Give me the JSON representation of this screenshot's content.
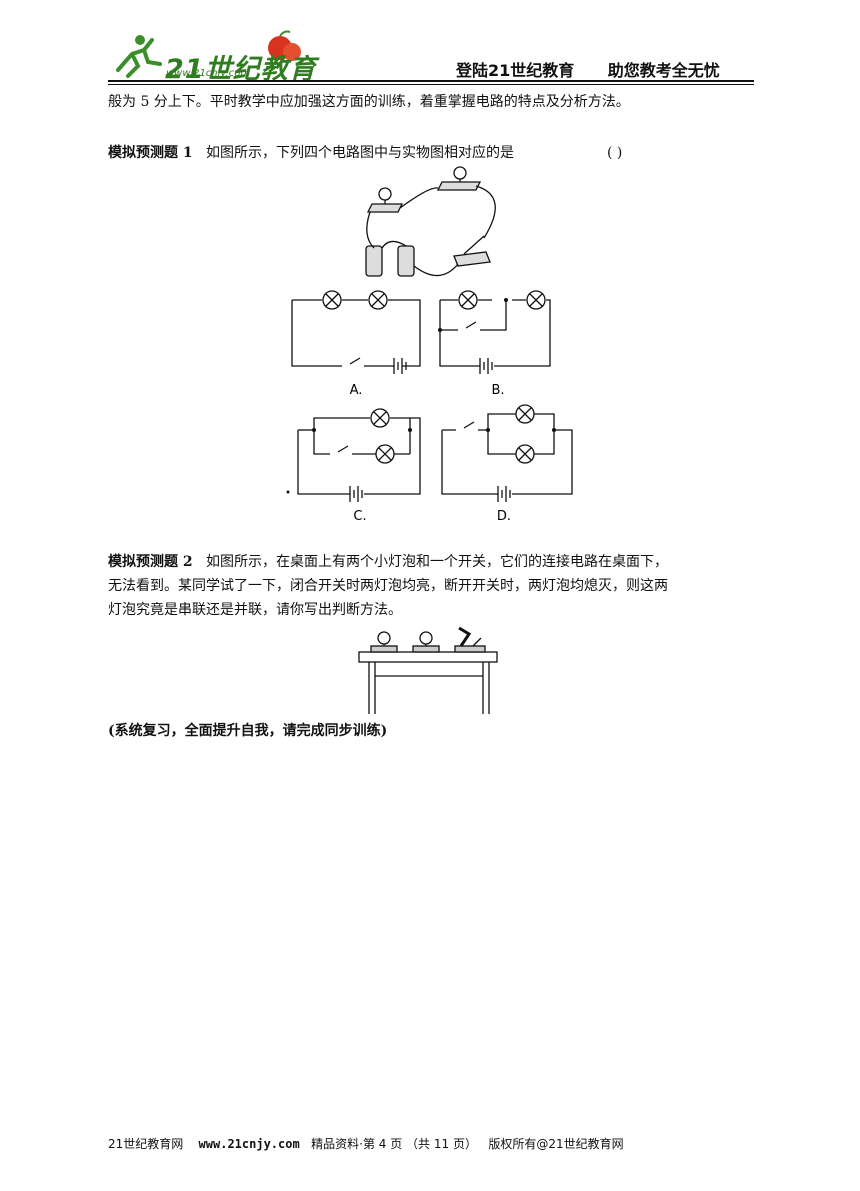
{
  "header": {
    "logo_text": "21世纪教育",
    "logo_url": "www.21cnjy.com",
    "slogan_left": "登陆21世纪教育",
    "slogan_right": "助您教考全无忧"
  },
  "body": {
    "intro": "般为 5 分上下。平时教学中应加强这方面的训练，着重掌握电路的特点及分析方法。",
    "q1_label": "模拟预测题 1",
    "q1_text": "如图所示，下列四个电路图中与实物图相对应的是",
    "q1_bracket": "(    )",
    "fig1_labels": [
      "A.",
      "B.",
      "C.",
      "D."
    ],
    "q2_label": "模拟预测题 2",
    "q2_line1": "如图所示，在桌面上有两个小灯泡和一个开关，它们的连接电路在桌面下，",
    "q2_line2": "无法看到。某同学试了一下，闭合开关时两灯泡均亮，断开开关时，两灯泡均熄灭，则这两",
    "q2_line3": "灯泡究竟是串联还是并联，请你写出判断方法。",
    "summary": "(系统复习，全面提升自我，请完成同步训练)"
  },
  "footer": {
    "site": "21世纪教育网",
    "url": "www.21cnjy.com",
    "page_info": "精品资料·第 4 页 （共 11 页）",
    "copyright": "版权所有@21世纪教育网"
  }
}
